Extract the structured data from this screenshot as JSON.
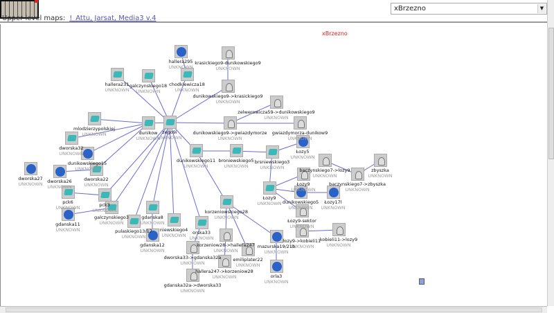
{
  "header": {
    "upper_label": "Upper level maps:",
    "upper_link": "!_Attu, Jarsat, Media3 v.4",
    "map_select": "xBrzezno"
  },
  "map": {
    "title": "xBrzezno",
    "status_default": "UNKNOWN",
    "edge_color": "#6a6ad8",
    "nodes": [
      {
        "name": "hallera295",
        "type": "router"
      },
      {
        "name": "krasickiego9-dunikowskiego9",
        "type": "server"
      },
      {
        "name": "hallera231",
        "type": "switch"
      },
      {
        "name": "galczynskiego18",
        "type": "switch"
      },
      {
        "name": "chodkiewicza18",
        "type": "switch"
      },
      {
        "name": "dunikowskiego9->krasickiego9",
        "type": "server"
      },
      {
        "name": "zelwerowicza59->dunikowskiego9",
        "type": "server"
      },
      {
        "name": "mlodzierzypolskiej",
        "type": "switch"
      },
      {
        "name": "dunikow",
        "type": "switch"
      },
      {
        "name": "zego9i",
        "type": "switch"
      },
      {
        "name": "dunikowskiego9->gwiazdymorze",
        "type": "server"
      },
      {
        "name": "gwiazdymorza-dunikow9",
        "type": "server"
      },
      {
        "name": "dworska32",
        "type": "switch"
      },
      {
        "name": "dunikowskiego15",
        "type": "router"
      },
      {
        "name": "Łozy5",
        "type": "router"
      },
      {
        "name": "dunikowskiego11",
        "type": "switch"
      },
      {
        "name": "broniewskiego5",
        "type": "switch"
      },
      {
        "name": "brsniewskiego3",
        "type": "switch"
      },
      {
        "name": "dworska27",
        "type": "router"
      },
      {
        "name": "dworska26",
        "type": "router"
      },
      {
        "name": "dworska22",
        "type": "switch"
      },
      {
        "name": "pck6",
        "type": "switch"
      },
      {
        "name": "pck3",
        "type": "switch"
      },
      {
        "name": "gdanska11",
        "type": "router"
      },
      {
        "name": "galczynskiego3",
        "type": "switch"
      },
      {
        "name": "pulaskiego13/17",
        "type": "switch"
      },
      {
        "name": "gdanska8",
        "type": "switch"
      },
      {
        "name": "niewskiego4",
        "type": "switch"
      },
      {
        "name": "orska33",
        "type": "switch"
      },
      {
        "name": "gdanska12",
        "type": "router"
      },
      {
        "name": "korzeniowskiego28",
        "type": "switch"
      },
      {
        "name": "baczynskiego7->lozy9",
        "type": "server"
      },
      {
        "name": "zbyszka",
        "type": "server"
      },
      {
        "name": "baczynskiego7->zbyszka",
        "type": "server"
      },
      {
        "name": "Łozy9",
        "type": "server"
      },
      {
        "name": "Łozy9",
        "type": "switch"
      },
      {
        "name": "dunikowskiego5",
        "type": "router"
      },
      {
        "name": "Łozy17l",
        "type": "router"
      },
      {
        "name": "Łozy9-sektor",
        "type": "server"
      },
      {
        "name": "łozy9->kobieli11",
        "type": "server"
      },
      {
        "name": "kobieli11->lozy9",
        "type": "server"
      },
      {
        "name": "korzeniow28->hallera247",
        "type": "server"
      },
      {
        "name": "emiliplater22",
        "type": "server"
      },
      {
        "name": "mazurska19/21b",
        "type": "router"
      },
      {
        "name": "orla3",
        "type": "router"
      },
      {
        "name": "dworska33->gdanska32a",
        "type": "server"
      },
      {
        "name": "hallera247->korzeniow28",
        "type": "server"
      },
      {
        "name": "gdanska32a->dworska33",
        "type": "server"
      }
    ],
    "edges": [
      [
        0,
        4
      ],
      [
        1,
        5
      ],
      [
        2,
        9
      ],
      [
        3,
        9
      ],
      [
        4,
        9
      ],
      [
        5,
        9
      ],
      [
        6,
        10
      ],
      [
        7,
        8
      ],
      [
        8,
        9
      ],
      [
        9,
        10
      ],
      [
        10,
        11
      ],
      [
        12,
        8
      ],
      [
        13,
        8
      ],
      [
        20,
        8
      ],
      [
        22,
        9
      ],
      [
        24,
        9
      ],
      [
        25,
        9
      ],
      [
        26,
        9
      ],
      [
        27,
        9
      ],
      [
        28,
        9
      ],
      [
        15,
        9
      ],
      [
        15,
        16
      ],
      [
        16,
        17
      ],
      [
        17,
        14
      ],
      [
        17,
        35
      ],
      [
        15,
        30
      ],
      [
        19,
        20
      ],
      [
        21,
        22
      ],
      [
        23,
        24
      ],
      [
        26,
        29
      ],
      [
        28,
        45
      ],
      [
        45,
        47
      ],
      [
        30,
        41
      ],
      [
        30,
        42
      ],
      [
        30,
        43
      ],
      [
        41,
        46
      ],
      [
        43,
        44
      ],
      [
        35,
        34
      ],
      [
        35,
        36
      ],
      [
        36,
        37
      ],
      [
        35,
        38
      ],
      [
        39,
        40
      ],
      [
        31,
        33
      ],
      [
        33,
        32
      ]
    ]
  }
}
